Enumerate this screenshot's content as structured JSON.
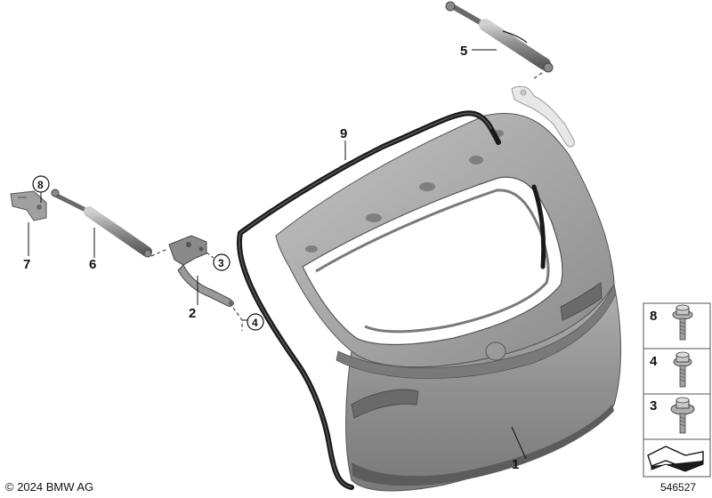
{
  "copyright": "© 2024 BMW AG",
  "image_number": "546527",
  "callouts": [
    "1",
    "2",
    "3",
    "4",
    "5",
    "6",
    "7",
    "8",
    "9"
  ],
  "legend": [
    {
      "label": "8",
      "icon": "flange-bolt-icon"
    },
    {
      "label": "4",
      "icon": "hex-bolt-icon"
    },
    {
      "label": "3",
      "icon": "washer-bolt-icon"
    }
  ],
  "colors": {
    "panel": "#8e8e8e",
    "panel_dark": "#6e6e6e",
    "panel_light": "#a8a8a8",
    "seal": "#1a1a1a",
    "strut": "#9a9a9a"
  }
}
